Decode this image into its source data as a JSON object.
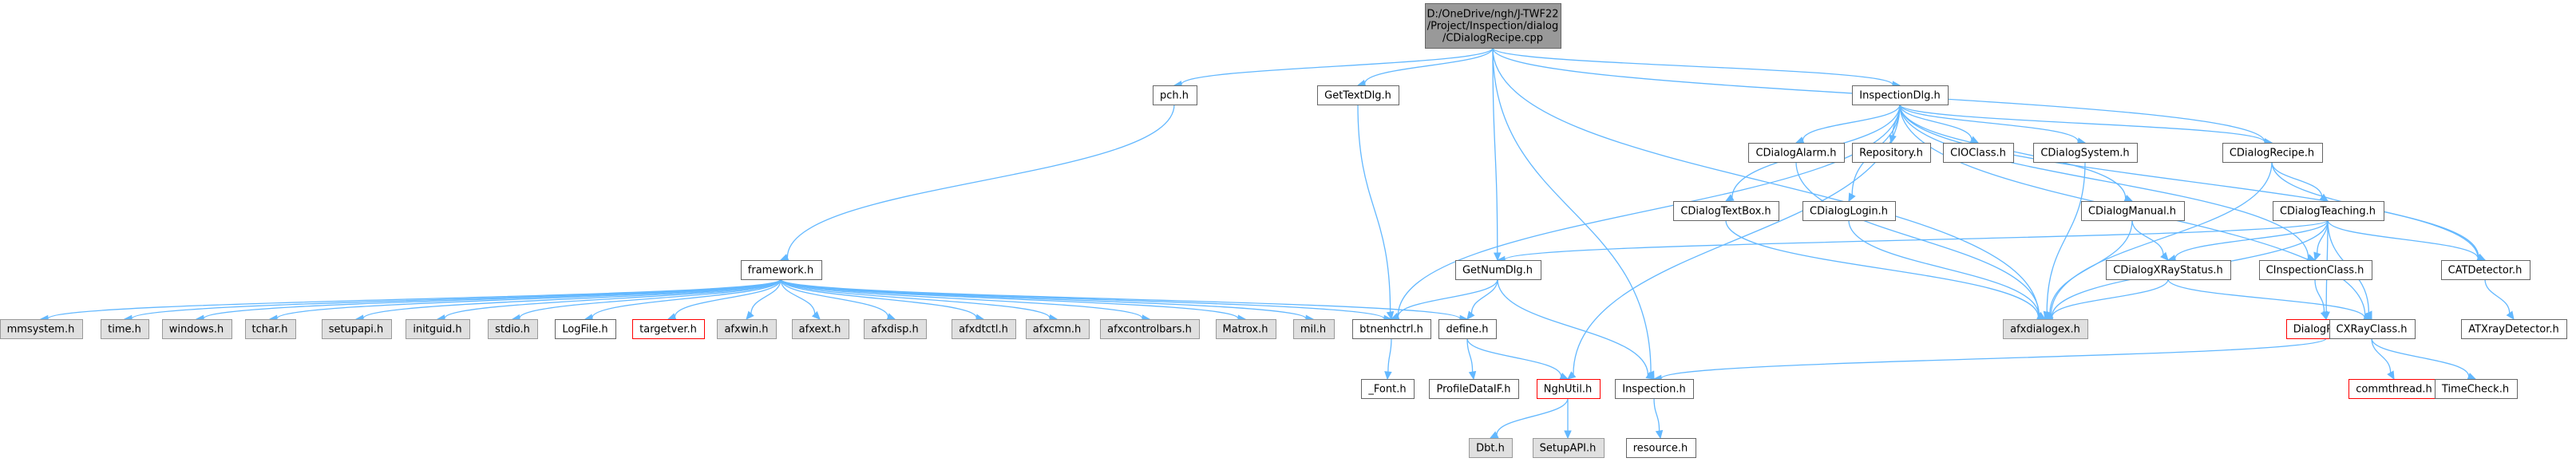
{
  "colors": {
    "edge": "#63b8ff",
    "root_fill": "#999999",
    "root_border": "#666666",
    "normal_fill": "#ffffff",
    "normal_border": "#666666",
    "system_fill": "#e0e0e0",
    "system_border": "#999999",
    "missing_border": "#ff0000"
  },
  "nodes": [
    {
      "id": "root",
      "lines": [
        "D:/OneDrive/ngh/J-TWF22",
        "/Project/Inspection/dialog",
        "/CDialogRecipe.cpp"
      ],
      "style": "root"
    },
    {
      "id": "pch",
      "lines": [
        "pch.h"
      ],
      "style": "normal"
    },
    {
      "id": "gettextdlg",
      "lines": [
        "GetTextDlg.h"
      ],
      "style": "normal"
    },
    {
      "id": "inspectiondlg",
      "lines": [
        "InspectionDlg.h"
      ],
      "style": "normal"
    },
    {
      "id": "cdialogalarm",
      "lines": [
        "CDialogAlarm.h"
      ],
      "style": "normal"
    },
    {
      "id": "repository",
      "lines": [
        "Repository.h"
      ],
      "style": "normal"
    },
    {
      "id": "cioclass",
      "lines": [
        "CIOClass.h"
      ],
      "style": "normal"
    },
    {
      "id": "cdialogsystem",
      "lines": [
        "CDialogSystem.h"
      ],
      "style": "normal"
    },
    {
      "id": "cdialogrecipe",
      "lines": [
        "CDialogRecipe.h"
      ],
      "style": "normal"
    },
    {
      "id": "cdialogtextbox",
      "lines": [
        "CDialogTextBox.h"
      ],
      "style": "normal"
    },
    {
      "id": "cdialoglogin",
      "lines": [
        "CDialogLogin.h"
      ],
      "style": "normal"
    },
    {
      "id": "cdialogmanual",
      "lines": [
        "CDialogManual.h"
      ],
      "style": "normal"
    },
    {
      "id": "cdialogteaching",
      "lines": [
        "CDialogTeaching.h"
      ],
      "style": "normal"
    },
    {
      "id": "framework",
      "lines": [
        "framework.h"
      ],
      "style": "normal"
    },
    {
      "id": "getnumdlg",
      "lines": [
        "GetNumDlg.h"
      ],
      "style": "normal"
    },
    {
      "id": "cdialogxraystatus",
      "lines": [
        "CDialogXRayStatus.h"
      ],
      "style": "normal"
    },
    {
      "id": "cinspectionclass",
      "lines": [
        "CInspectionClass.h"
      ],
      "style": "normal"
    },
    {
      "id": "catdetector",
      "lines": [
        "CATDetector.h"
      ],
      "style": "normal"
    },
    {
      "id": "mmsystem",
      "lines": [
        "mmsystem.h"
      ],
      "style": "system"
    },
    {
      "id": "time",
      "lines": [
        "time.h"
      ],
      "style": "system"
    },
    {
      "id": "windows",
      "lines": [
        "windows.h"
      ],
      "style": "system"
    },
    {
      "id": "tchar",
      "lines": [
        "tchar.h"
      ],
      "style": "system"
    },
    {
      "id": "setupapi",
      "lines": [
        "setupapi.h"
      ],
      "style": "system"
    },
    {
      "id": "initguid",
      "lines": [
        "initguid.h"
      ],
      "style": "system"
    },
    {
      "id": "stdio",
      "lines": [
        "stdio.h"
      ],
      "style": "system"
    },
    {
      "id": "logfile",
      "lines": [
        "LogFile.h"
      ],
      "style": "normal"
    },
    {
      "id": "targetver",
      "lines": [
        "targetver.h"
      ],
      "style": "missing"
    },
    {
      "id": "afxwin",
      "lines": [
        "afxwin.h"
      ],
      "style": "system"
    },
    {
      "id": "afxext",
      "lines": [
        "afxext.h"
      ],
      "style": "system"
    },
    {
      "id": "afxdisp",
      "lines": [
        "afxdisp.h"
      ],
      "style": "system"
    },
    {
      "id": "afxdtctl",
      "lines": [
        "afxdtctl.h"
      ],
      "style": "system"
    },
    {
      "id": "afxcmn",
      "lines": [
        "afxcmn.h"
      ],
      "style": "system"
    },
    {
      "id": "afxcontrolbars",
      "lines": [
        "afxcontrolbars.h"
      ],
      "style": "system"
    },
    {
      "id": "matrox",
      "lines": [
        "Matrox.h"
      ],
      "style": "system"
    },
    {
      "id": "mil",
      "lines": [
        "mil.h"
      ],
      "style": "system"
    },
    {
      "id": "btnenhctrl",
      "lines": [
        "btnenhctrl.h"
      ],
      "style": "normal"
    },
    {
      "id": "define",
      "lines": [
        "define.h"
      ],
      "style": "normal"
    },
    {
      "id": "afxdialogex",
      "lines": [
        "afxdialogex.h"
      ],
      "style": "system"
    },
    {
      "id": "dialogrect",
      "lines": [
        "DialogRect.h"
      ],
      "style": "missing"
    },
    {
      "id": "cxrayclass",
      "lines": [
        "CXRayClass.h"
      ],
      "style": "normal"
    },
    {
      "id": "atxraydetector",
      "lines": [
        "ATXrayDetector.h"
      ],
      "style": "normal"
    },
    {
      "id": "font",
      "lines": [
        "_Font.h"
      ],
      "style": "normal"
    },
    {
      "id": "profiledataif",
      "lines": [
        "ProfileDataIF.h"
      ],
      "style": "normal"
    },
    {
      "id": "nghutil",
      "lines": [
        "NghUtil.h"
      ],
      "style": "missing"
    },
    {
      "id": "inspection",
      "lines": [
        "Inspection.h"
      ],
      "style": "normal"
    },
    {
      "id": "commthread",
      "lines": [
        "commthread.h"
      ],
      "style": "missing"
    },
    {
      "id": "timecheck",
      "lines": [
        "TimeCheck.h"
      ],
      "style": "normal"
    },
    {
      "id": "dbt",
      "lines": [
        "Dbt.h"
      ],
      "style": "system"
    },
    {
      "id": "setupapi2",
      "lines": [
        "SetupAPI.h"
      ],
      "style": "system"
    },
    {
      "id": "resource",
      "lines": [
        "resource.h"
      ],
      "style": "normal"
    }
  ],
  "edges": [
    [
      "root",
      "pch"
    ],
    [
      "root",
      "gettextdlg"
    ],
    [
      "root",
      "getnumdlg"
    ],
    [
      "root",
      "inspectiondlg"
    ],
    [
      "root",
      "cdialogrecipe"
    ],
    [
      "root",
      "afxdialogex"
    ],
    [
      "root",
      "inspection"
    ],
    [
      "pch",
      "framework"
    ],
    [
      "gettextdlg",
      "btnenhctrl"
    ],
    [
      "inspectiondlg",
      "cdialogalarm"
    ],
    [
      "inspectiondlg",
      "repository"
    ],
    [
      "inspectiondlg",
      "cioclass"
    ],
    [
      "inspectiondlg",
      "cdialogsystem"
    ],
    [
      "inspectiondlg",
      "cdialogrecipe"
    ],
    [
      "inspectiondlg",
      "cdialogtextbox"
    ],
    [
      "inspectiondlg",
      "cdialoglogin"
    ],
    [
      "inspectiondlg",
      "cdialogmanual"
    ],
    [
      "inspectiondlg",
      "btnenhctrl"
    ],
    [
      "inspectiondlg",
      "nghutil"
    ],
    [
      "inspectiondlg",
      "cinspectionclass"
    ],
    [
      "inspectiondlg",
      "catdetector"
    ],
    [
      "inspectiondlg",
      "cxrayclass"
    ],
    [
      "cdialogalarm",
      "afxdialogex"
    ],
    [
      "cdialogsystem",
      "afxdialogex"
    ],
    [
      "cdialogtextbox",
      "afxdialogex"
    ],
    [
      "cdialoglogin",
      "afxdialogex"
    ],
    [
      "cdialogmanual",
      "afxdialogex"
    ],
    [
      "cdialogmanual",
      "cdialogxraystatus"
    ],
    [
      "cdialogrecipe",
      "cdialogteaching"
    ],
    [
      "cdialogrecipe",
      "catdetector"
    ],
    [
      "cdialogrecipe",
      "afxdialogex"
    ],
    [
      "cdialogteaching",
      "getnumdlg"
    ],
    [
      "cdialogteaching",
      "cdialogxraystatus"
    ],
    [
      "cdialogteaching",
      "cinspectionclass"
    ],
    [
      "cdialogteaching",
      "catdetector"
    ],
    [
      "cdialogteaching",
      "afxdialogex"
    ],
    [
      "cdialogteaching",
      "dialogrect"
    ],
    [
      "cdialogteaching",
      "cxrayclass"
    ],
    [
      "cdialogxraystatus",
      "afxdialogex"
    ],
    [
      "cdialogxraystatus",
      "cxrayclass"
    ],
    [
      "cinspectionclass",
      "dialogrect"
    ],
    [
      "catdetector",
      "atxraydetector"
    ],
    [
      "getnumdlg",
      "btnenhctrl"
    ],
    [
      "getnumdlg",
      "define"
    ],
    [
      "getnumdlg",
      "inspection"
    ],
    [
      "framework",
      "mmsystem"
    ],
    [
      "framework",
      "time"
    ],
    [
      "framework",
      "windows"
    ],
    [
      "framework",
      "tchar"
    ],
    [
      "framework",
      "setupapi"
    ],
    [
      "framework",
      "initguid"
    ],
    [
      "framework",
      "stdio"
    ],
    [
      "framework",
      "logfile"
    ],
    [
      "framework",
      "targetver"
    ],
    [
      "framework",
      "afxwin"
    ],
    [
      "framework",
      "afxext"
    ],
    [
      "framework",
      "afxdisp"
    ],
    [
      "framework",
      "afxdtctl"
    ],
    [
      "framework",
      "afxcmn"
    ],
    [
      "framework",
      "afxcontrolbars"
    ],
    [
      "framework",
      "matrox"
    ],
    [
      "framework",
      "mil"
    ],
    [
      "framework",
      "btnenhctrl"
    ],
    [
      "framework",
      "define"
    ],
    [
      "btnenhctrl",
      "font"
    ],
    [
      "define",
      "profiledataif"
    ],
    [
      "define",
      "nghutil"
    ],
    [
      "nghutil",
      "dbt"
    ],
    [
      "nghutil",
      "setupapi2"
    ],
    [
      "inspection",
      "resource"
    ],
    [
      "dialogrect",
      "inspection"
    ],
    [
      "cxrayclass",
      "commthread"
    ],
    [
      "cxrayclass",
      "timecheck"
    ]
  ]
}
